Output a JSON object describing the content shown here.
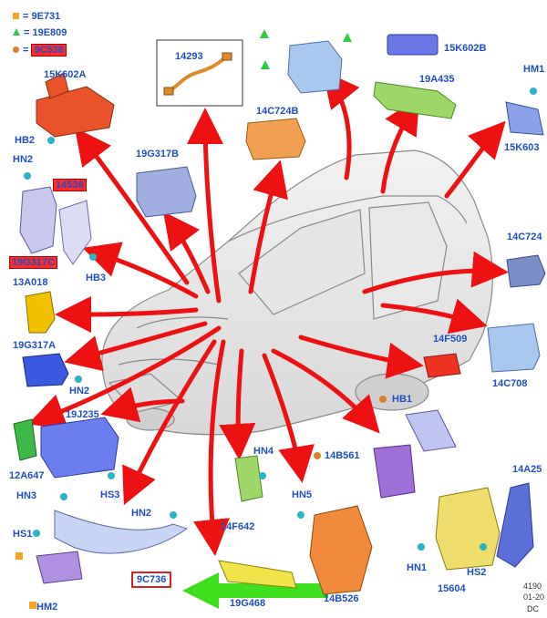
{
  "legend": [
    {
      "symbol": "square",
      "color": "#f5a623",
      "code": "9E731"
    },
    {
      "symbol": "triangle",
      "color": "#2ecc40",
      "code": "19E809"
    },
    {
      "symbol": "circle",
      "color": "#d9822b",
      "code": "9C538",
      "highlight": true
    }
  ],
  "labels": {
    "p14293": "14293",
    "p15k602b": "15K602B",
    "p15k602a": "15K602A",
    "p19a435": "19A435",
    "p14c724b": "14C724B",
    "p19g317b": "19G317B",
    "hm1": "HM1",
    "p15k603": "15K603",
    "hb2": "HB2",
    "hn2a": "HN2",
    "p14536": "14536",
    "p19g317c": "19G317C",
    "hb3": "HB3",
    "p14c724": "14C724",
    "p13a018": "13A018",
    "p19g317a": "19G317A",
    "p14f509": "14F509",
    "hn2b": "HN2",
    "p14c708": "14C708",
    "hb1": "HB1",
    "p19j235": "19J235",
    "hn4": "HN4",
    "p12a647": "12A647",
    "p14b561": "14B561",
    "hs3": "HS3",
    "p14a25": "14A25",
    "hn3": "HN3",
    "hn5": "HN5",
    "hn2c": "HN2",
    "p14f642": "14F642",
    "hs1": "HS1",
    "hn1": "HN1",
    "hs2": "HS2",
    "p15604": "15604",
    "p9c736": "9C736",
    "hm2": "HM2",
    "p19g468": "19G468",
    "p14b526": "14B526",
    "corner1": "4190",
    "corner2": "01-20",
    "corner3": "DC"
  },
  "colors": {
    "label": "#1f4fc4",
    "arrow": "#ee1111",
    "highlight": "#ff2a2a",
    "green_arrow": "#33dd11",
    "car_outline": "#8a8a8a"
  }
}
